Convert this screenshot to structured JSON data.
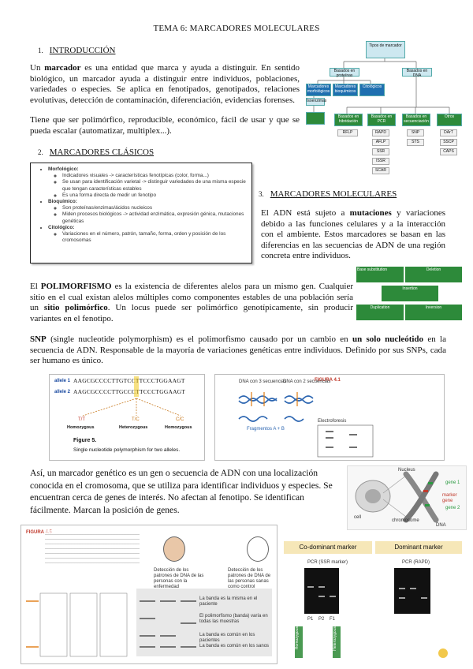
{
  "title": "TEMA 6: MARCADORES MOLECULARES",
  "s1": {
    "num": "1.",
    "heading": "INTRODUCCIÓN",
    "p1_a": "Un ",
    "p1_b": "marcador",
    "p1_c": " es una entidad que marca y ayuda a distinguir. En sentido biológico, un marcador ayuda a distinguir entre individuos, poblaciones, variedades o especies. Se aplica en fenotipados, genotipados, relaciones evolutivas, detección de contaminación, diferenciación, evidencias forenses.",
    "p2": "Tiene que ser polimórfico, reproducible, económico, fácil de usar y que se pueda escalar (automatizar, multiplex...)."
  },
  "s2": {
    "num": "2.",
    "heading": "MARCADORES CLÁSICOS",
    "list": [
      {
        "name": "Morfológico:",
        "subs": [
          "Indicadores visuales -> características fenotípicas (color, forma...)",
          "Se usan para identificación varietal -> distinguir variedades de una misma especie que tengan características estables",
          "Es una forma directa de medir un fenotipo"
        ]
      },
      {
        "name": "Bioquímico:",
        "subs": [
          "Son proteínas/enzimas/ácidos nucleicos",
          "Miden procesos biológicos -> actividad enzimática, expresión génica, mutaciones genéticas"
        ]
      },
      {
        "name": "Citológico:",
        "subs": [
          "Variaciones en el número, patrón, tamaño, forma, orden y posición de los cromosomas"
        ]
      }
    ]
  },
  "s3": {
    "num": "3.",
    "heading": "MARCADORES MOLECULARES",
    "p1_a": "El ADN está sujeto a ",
    "p1_b": "mutaciones",
    "p1_c": " y variaciones debido a las funciones celulares y a la interacción con el ambiente. Estos marcadores se basan en las diferencias en las secuencias de ADN de una región concreta entre individuos.",
    "poly_a": "El ",
    "poly_b": "POLIMORFISMO",
    "poly_c": " es la existencia de diferentes alelos para un mismo gen. Cualquier sitio en el cual existan alelos múltiples como componentes estables de una población sería un ",
    "poly_d": "sitio polimórfico",
    "poly_e": ". Un locus puede ser polimórfico genotípicamente, sin producir variantes en el fenotipo.",
    "snp_a": "SNP",
    "snp_b": " (single nucleotide polymorphism) es el polimorfismo causado por un cambio en ",
    "snp_c": "un solo nucleótido",
    "snp_d": " en la secuencia de ADN. Responsable de la mayoría de variaciones genéticas entre individuos. Definido por sus SNPs, cada ser humano es único.",
    "marker_p": "Así, un marcador genético es un gen o secuencia de ADN con una localización conocida en el cromosoma, que se utiliza para identificar individuos y especies. Se encuentran cerca de genes de interés. No afectan al fenotipo. Se identifican fácilmente. Marcan la posición de genes."
  },
  "fig_snp": {
    "allele1": "allele 1",
    "allele2": "allele 2",
    "seq1": "AAGCGCCCCTTGTCCTTCCCTGGAAGT",
    "seq2": "AAGCGCCCCTTGCCCTTCCCTGGAAGT",
    "g1": "T/T",
    "g2": "T/C",
    "g3": "C/C",
    "l1": "Homozygous",
    "l2": "Heterozygous",
    "l3": "Homozygous",
    "caption_title": "Figure 5.",
    "caption": "Single nucleotide polymorphism for two alleles."
  },
  "fig_cut": {
    "label": "FIGURA 4.1",
    "text1": "DNA con 3 secuencias",
    "text2": "DNA con 2 secuencias",
    "fragments": "Fragmentos A + B",
    "electro": "Electroforesis"
  },
  "fig_chrom": {
    "nucleus": "Nucleus",
    "cell": "cell",
    "chromosome": "chromosome",
    "dna": "DNA",
    "gene1": "gene 1",
    "marker": "marker gene",
    "gene2": "gene 2"
  },
  "fig_codom": {
    "codominant": "Co-dominant marker",
    "dominant": "Dominant marker",
    "pcr1": "PCR (SSR marker)",
    "pcr2": "PCR (RAPD)",
    "lanes": [
      "P1",
      "P2",
      "F1"
    ],
    "tag1": "Homozygous",
    "tag2": "Heterozygous"
  },
  "fig_family": {
    "label": "FIGURA 4.5",
    "col1": "Detección de los patrones de DNA de las personas con la enfermedad",
    "col2": "Detección de los patrones de DNA de las personas sanas como control",
    "b1": "La banda es la misma en el paciente",
    "b2": "El polimorfismo (banda) varía en todas las muestras",
    "b3": "La banda es común en los pacientes",
    "b4": "La banda es común en los sanos"
  },
  "fig_tree": {
    "root": "Tipos de marcador",
    "left": "Basados en proteínas",
    "right": "Basados en DNA",
    "n1": "Marcadores morfológicos",
    "n2": "Marcadores bioquímicos",
    "n3": "Citológicos",
    "n4": "Isoenzimas",
    "b1": "Basados en hibridación",
    "b2": "Basados en PCR",
    "b3": "Basados en secuenciación",
    "b4": "Otros",
    "leaves1": [
      "RFLP"
    ],
    "leaves2": [
      "RAPD",
      "AFLP",
      "SSR",
      "ISSR",
      "SCAR"
    ],
    "leaves3": [
      "SNP",
      "STS"
    ],
    "leaves4": [
      "DArT",
      "SSCP",
      "CAPS"
    ]
  },
  "fig_green": {
    "a": "Base substitution",
    "b": "Deletion",
    "c": "Insertion",
    "d": "Duplication",
    "e": "Inversion"
  }
}
